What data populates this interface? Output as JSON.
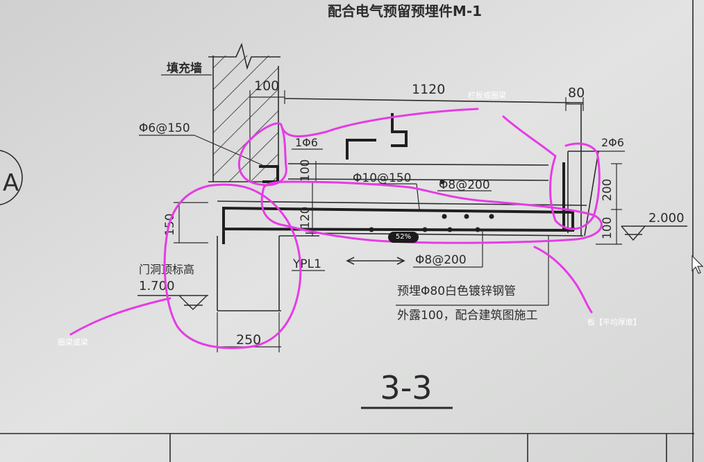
{
  "drawing": {
    "title": "配合电气预留预埋件M-1",
    "section_mark": "3-3",
    "axis_bubble": "A",
    "labels": {
      "fill_wall": "填充墙",
      "rebar_top_left": "Φ6@150",
      "rebar_1": "1Φ6",
      "rebar_2": "2Φ6",
      "rebar_dist": "Φ10@150",
      "rebar_mid": "Φ8@200",
      "rebar_bottom": "Φ8@200",
      "beam_tag": "YPL1",
      "door_top": "门洞顶标高",
      "door_top_elev": "1.700",
      "level_right": "2.000",
      "pipe_note_1": "预埋Φ80白色镀锌钢管",
      "pipe_note_2": "外露100，配合建筑图施工"
    },
    "dims": {
      "d100_top": "100",
      "d1120": "1120",
      "d80": "80",
      "d100_v": "100",
      "d120": "120",
      "d150": "150",
      "d200": "200",
      "d100_r": "100",
      "d250": "250"
    }
  },
  "annotations": {
    "parapet": "栏板或圈梁",
    "ring_beam": "圈梁或梁",
    "slab": "板【平均厚度】"
  },
  "colors": {
    "paper": "#d9dad9",
    "ink": "#2b2b2b",
    "markup": "#e63be6",
    "badge": "#1b1b1b"
  },
  "viewer": {
    "zoom": "52%"
  }
}
